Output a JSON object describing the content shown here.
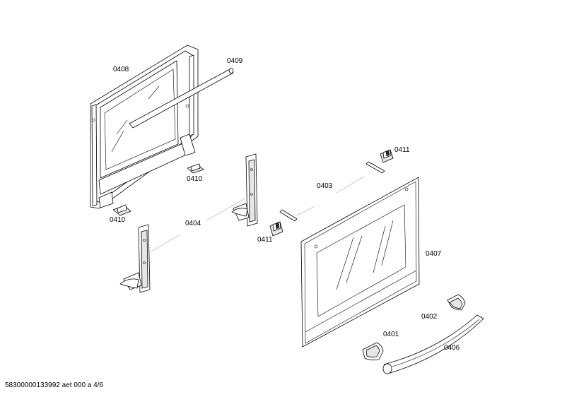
{
  "labels": {
    "p0401": "0401",
    "p0402": "0402",
    "p0403": "0403",
    "p0404": "0404",
    "p0406": "0406",
    "p0407": "0407",
    "p0408": "0408",
    "p0409": "0409",
    "p0410_a": "0410",
    "p0410_b": "0410",
    "p0411_a": "0411",
    "p0411_b": "0411"
  },
  "footer": "58300000133992 aet 000 a 4/6"
}
